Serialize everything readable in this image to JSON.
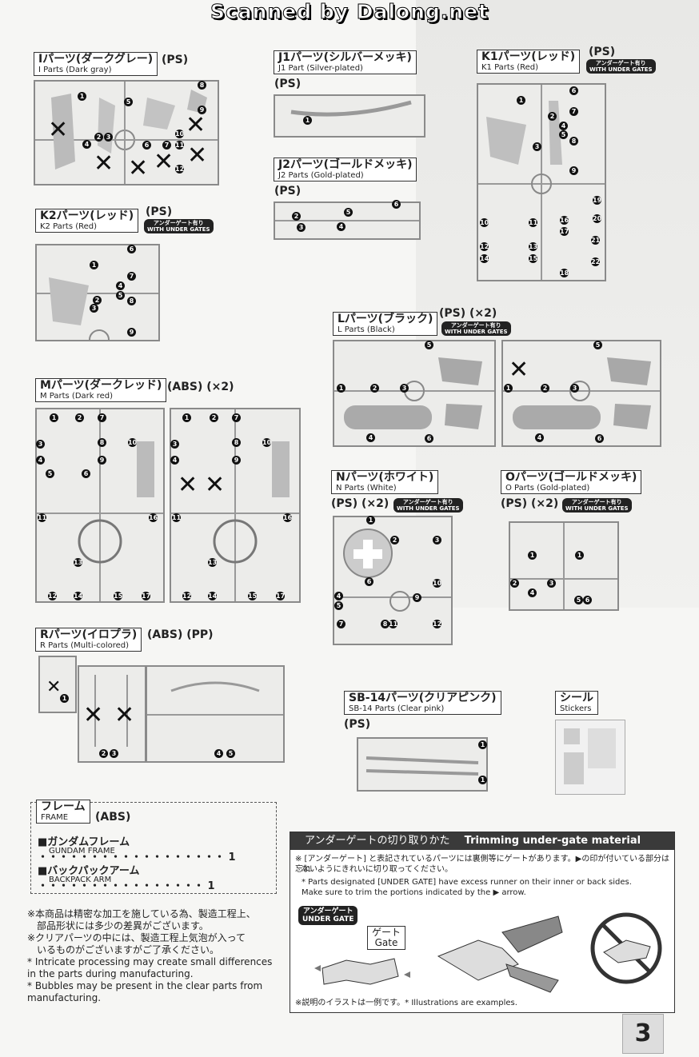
{
  "header": {
    "scan_text": "Scanned by Dalong.net"
  },
  "sections": {
    "I": {
      "jp": "Iパーツ(ダークグレー)",
      "en": "I Parts (Dark gray)",
      "mat": "(PS)"
    },
    "J1": {
      "jp": "J1パーツ(シルバーメッキ)",
      "en": "J1 Part (Silver-plated)",
      "mat": "(PS)"
    },
    "J2": {
      "jp": "J2パーツ(ゴールドメッキ)",
      "en": "J2 Parts (Gold-plated)",
      "mat": "(PS)"
    },
    "K1": {
      "jp": "K1パーツ(レッド)",
      "en": "K1 Parts (Red)",
      "mat": "(PS)"
    },
    "K2": {
      "jp": "K2パーツ(レッド)",
      "en": "K2 Parts (Red)",
      "mat": "(PS)"
    },
    "L": {
      "jp": "Lパーツ(ブラック)",
      "en": "L Parts (Black)",
      "mat": "(PS) (×2)"
    },
    "M": {
      "jp": "Mパーツ(ダークレッド)",
      "en": "M Parts (Dark red)",
      "mat": "(ABS) (×2)"
    },
    "N": {
      "jp": "Nパーツ(ホワイト)",
      "en": "N Parts (White)",
      "mat": "(PS) (×2)"
    },
    "O": {
      "jp": "Oパーツ(ゴールドメッキ)",
      "en": "O Parts (Gold-plated)",
      "mat": "(PS) (×2)"
    },
    "R": {
      "jp": "Rパーツ(イロプラ)",
      "en": "R Parts (Multi-colored)",
      "mat": "(ABS) (PP)"
    },
    "SB14": {
      "jp": "SB-14パーツ(クリアピンク)",
      "en": "SB-14 Parts (Clear pink)",
      "mat": "(PS)"
    },
    "seal": {
      "jp": "シール",
      "en": "Stickers"
    }
  },
  "badge": {
    "jp": "アンダーゲート有り",
    "en": "WITH UNDER GATES"
  },
  "frame": {
    "title_jp": "フレーム",
    "title_en": "FRAME",
    "mat": "(ABS)",
    "items": [
      {
        "jp": "■ガンダムフレーム ・・・・・・・・・・・・・・・・・・ 1",
        "en": "GUNDAM FRAME"
      },
      {
        "jp": "■バックパックアーム ・・・・・・・・・・・・・・・・ 1",
        "en": "BACKPACK ARM"
      }
    ]
  },
  "notes": [
    "※本商品は精密な加工を施している為、製造工程上、",
    "　部品形状には多少の差異がございます。",
    "※クリアパーツの中には、製造工程上気泡が入って",
    "　いるものがございますがご了承ください。",
    "* Intricate processing may create small differences",
    "  in the parts during manufacturing.",
    "* Bubbles may be present in the clear parts from",
    "manufacturing."
  ],
  "trim": {
    "head_jp": "アンダーゲートの切り取りかた",
    "head_en": "Trimming under-gate material",
    "line1": "※ [アンダーゲート] と表記されているパーツには裏側等にゲートがあります。▶の印が付いている部分は忘れ",
    "line2": "ないようにきれいに切り取ってください。",
    "line3": "* Parts designated [UNDER GATE] have excess runner on their inner or back sides.",
    "line4": "Make sure to trim the portions indicated by the ▶ arrow.",
    "ug_jp": "アンダーゲート",
    "ug_en": "UNDER GATE",
    "gate_jp": "ゲート",
    "gate_en": "Gate",
    "foot": "※説明のイラストは一例です。* Illustrations are examples."
  },
  "page_number": "3"
}
